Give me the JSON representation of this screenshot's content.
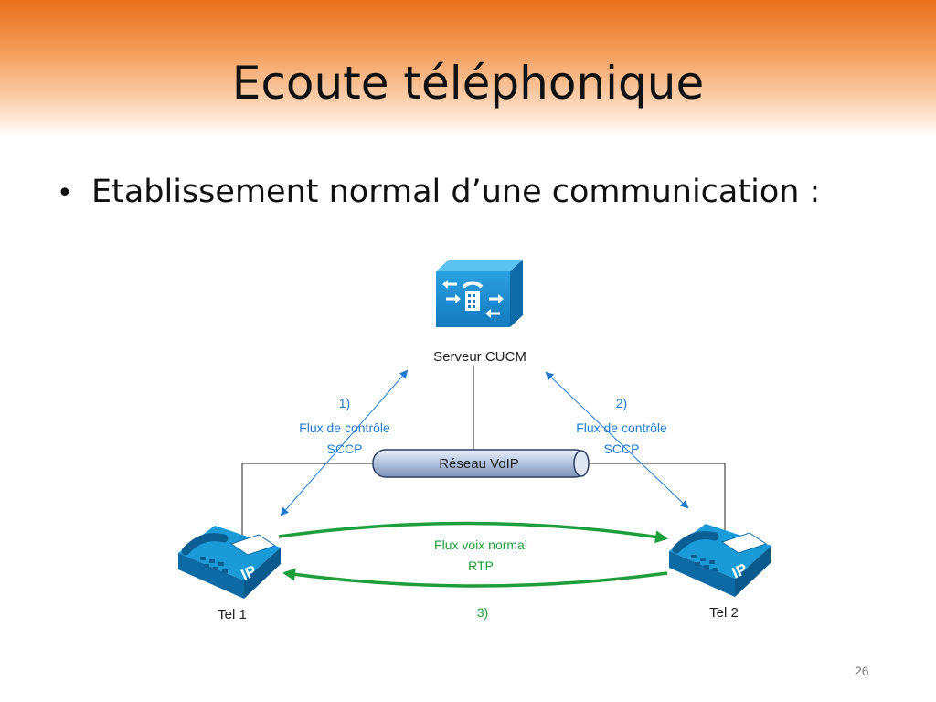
{
  "slide": {
    "title": "Ecoute téléphonique",
    "bullet": "Etablissement normal d’une communication :",
    "page_number": "26"
  },
  "diagram": {
    "server_label": "Serveur CUCM",
    "network_label": "Réseau VoIP",
    "tel1_label": "Tel 1",
    "tel2_label": "Tel 2",
    "phone_badge": "IP",
    "step1": {
      "number": "1)",
      "line1": "Flux de contrôle",
      "line2": "SCCP"
    },
    "step2": {
      "number": "2)",
      "line1": "Flux de contrôle",
      "line2": "SCCP"
    },
    "step3": {
      "number": "3)",
      "line1": "Flux voix normal",
      "line2": "RTP"
    },
    "colors": {
      "control": "#1f7ad0",
      "voice": "#1e9e3a",
      "device": "#1792d6"
    }
  }
}
